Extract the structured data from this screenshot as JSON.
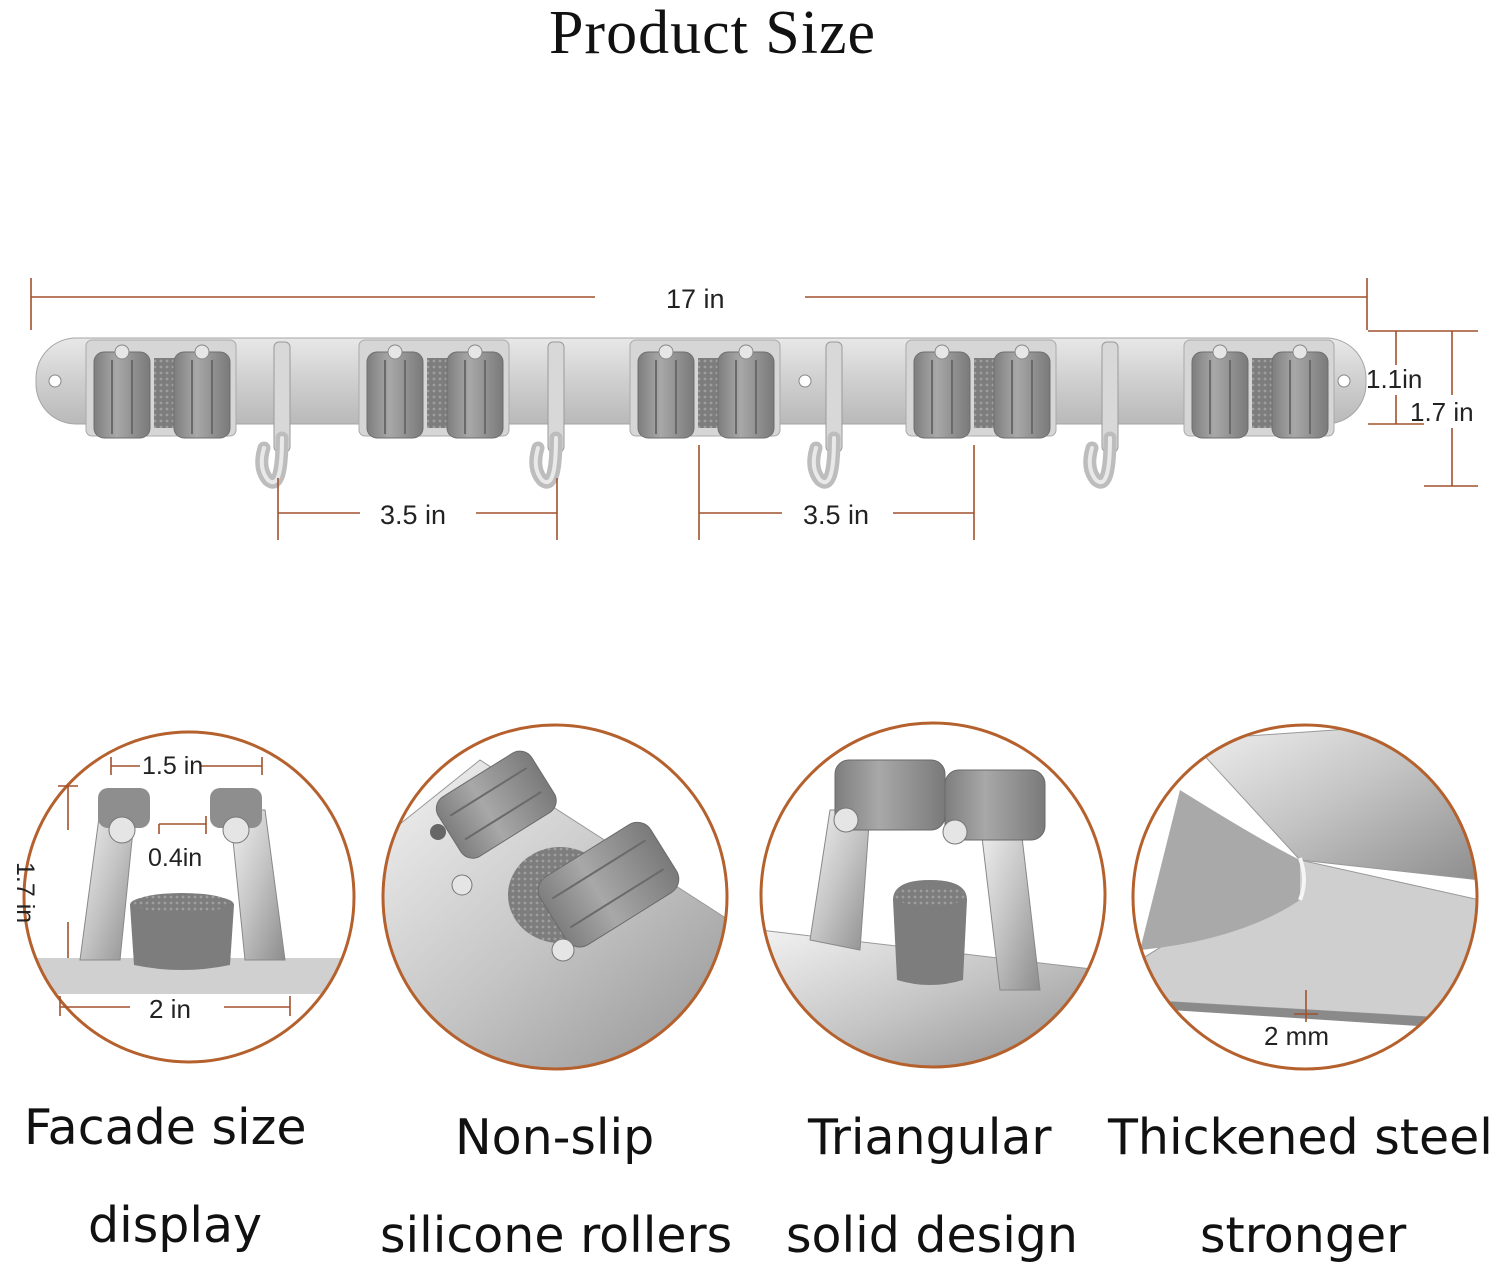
{
  "title": "Product Size",
  "rack": {
    "length": "17 in",
    "spacing_left": "3.5 in",
    "spacing_right": "3.5 in",
    "height_rail": "1.1in",
    "height_total": "1.7 in"
  },
  "details": [
    {
      "dims": {
        "top": "1.5 in",
        "gap": "0.4in",
        "side": "1.7 in",
        "bottom": "2 in"
      },
      "caption_line1": "Facade size",
      "caption_line2": "display"
    },
    {
      "caption_line1": "Non-slip",
      "caption_line2": "silicone rollers"
    },
    {
      "caption_line1": "Triangular",
      "caption_line2": "solid design"
    },
    {
      "dims": {
        "thickness": "2 mm"
      },
      "caption_line1": "Thickened steel",
      "caption_line2": "stronger"
    }
  ],
  "colors": {
    "dimension_line": "#a0522d",
    "circle_border": "#b5612e",
    "steel": "#c9c9c9",
    "roller": "#8f8f8f"
  }
}
